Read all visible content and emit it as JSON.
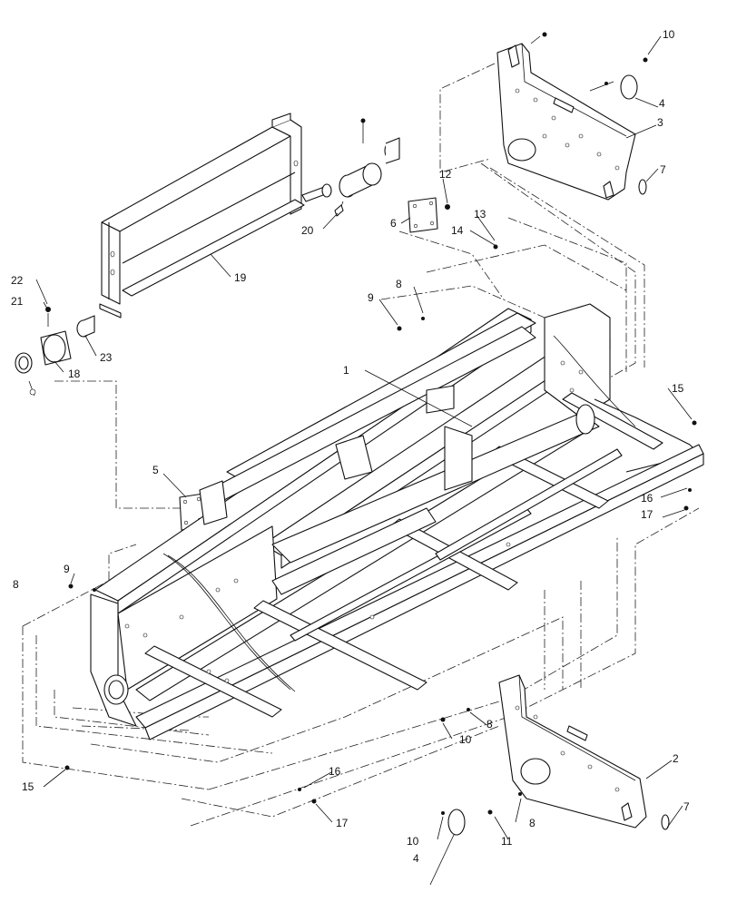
{
  "callouts": [
    {
      "id": "c1",
      "text": "1"
    },
    {
      "id": "c2",
      "text": "2"
    },
    {
      "id": "c3",
      "text": "3"
    },
    {
      "id": "c4a",
      "text": "4"
    },
    {
      "id": "c4b",
      "text": "4"
    },
    {
      "id": "c5",
      "text": "5"
    },
    {
      "id": "c6",
      "text": "6"
    },
    {
      "id": "c7a",
      "text": "7"
    },
    {
      "id": "c7b",
      "text": "7"
    },
    {
      "id": "c8a",
      "text": "8"
    },
    {
      "id": "c8b",
      "text": "8"
    },
    {
      "id": "c8c",
      "text": "8"
    },
    {
      "id": "c8d",
      "text": "8"
    },
    {
      "id": "c9a",
      "text": "9"
    },
    {
      "id": "c9b",
      "text": "9"
    },
    {
      "id": "c10a",
      "text": "10"
    },
    {
      "id": "c10b",
      "text": "10"
    },
    {
      "id": "c10c",
      "text": "10"
    },
    {
      "id": "c11",
      "text": "11"
    },
    {
      "id": "c12",
      "text": "12"
    },
    {
      "id": "c13",
      "text": "13"
    },
    {
      "id": "c14",
      "text": "14"
    },
    {
      "id": "c15a",
      "text": "15"
    },
    {
      "id": "c15b",
      "text": "15"
    },
    {
      "id": "c16a",
      "text": "16"
    },
    {
      "id": "c16b",
      "text": "16"
    },
    {
      "id": "c17a",
      "text": "17"
    },
    {
      "id": "c17b",
      "text": "17"
    },
    {
      "id": "c18",
      "text": "18"
    },
    {
      "id": "c19",
      "text": "19"
    },
    {
      "id": "c20",
      "text": "20"
    },
    {
      "id": "c21",
      "text": "21"
    },
    {
      "id": "c22",
      "text": "22"
    },
    {
      "id": "c23",
      "text": "23"
    }
  ]
}
